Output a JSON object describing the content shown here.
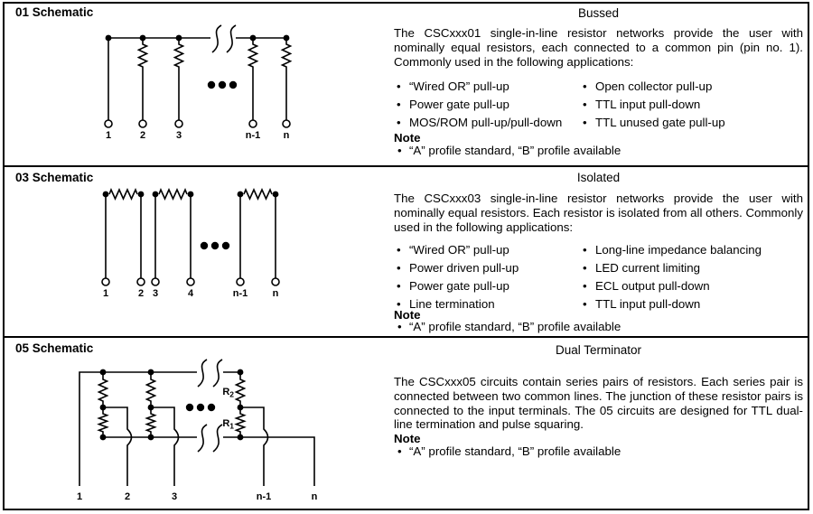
{
  "ui": {
    "bullet": "•"
  },
  "sections": [
    {
      "label": "01 Schematic",
      "title": "Bussed",
      "paragraph": "The CSCxxx01 single-in-line resistor networks provide the user with nominally equal resistors, each connected to a common pin (pin no. 1). Commonly used in the following applications:",
      "bullets_left": [
        "“Wired OR” pull-up",
        "Power gate pull-up",
        "MOS/ROM pull-up/pull-down"
      ],
      "bullets_right": [
        "Open collector pull-up",
        "TTL input pull-down",
        "TTL unused gate pull-up"
      ],
      "note_label": "Note",
      "note": "“A” profile standard, “B” profile available",
      "terminals": [
        "1",
        "2",
        "3",
        "n-1",
        "n"
      ]
    },
    {
      "label": "03 Schematic",
      "title": "Isolated",
      "paragraph": "The CSCxxx03 single-in-line resistor networks provide the user with nominally equal resistors. Each resistor is isolated from all others. Commonly used in the following applications:",
      "bullets_left": [
        "“Wired OR” pull-up",
        "Power driven pull-up",
        "Power gate pull-up",
        "Line termination"
      ],
      "bullets_right": [
        "Long-line impedance balancing",
        "LED current limiting",
        "ECL output pull-down",
        "TTL input pull-down"
      ],
      "note_label": "Note",
      "note": "“A” profile standard, “B” profile available",
      "terminals": [
        "1",
        "2",
        "3",
        "4",
        "n-1",
        "n"
      ]
    },
    {
      "label": "05 Schematic",
      "title": "Dual Terminator",
      "paragraph": "The CSCxxx05 circuits contain series pairs of resistors. Each series pair is connected between two common lines. The junction of these resistor pairs is connected to the input terminals. The 05 circuits are designed for TTL dual-line termination and pulse squaring.",
      "note_label": "Note",
      "note": "“A” profile standard, “B” profile available",
      "terminals": [
        "1",
        "2",
        "3",
        "n-1",
        "n"
      ],
      "resistor_labels": {
        "r2_base": "R",
        "r2_sub": "2",
        "r1_base": "R",
        "r1_sub": "1"
      }
    }
  ],
  "colors": {
    "ink": "#000000",
    "paper": "#ffffff"
  }
}
